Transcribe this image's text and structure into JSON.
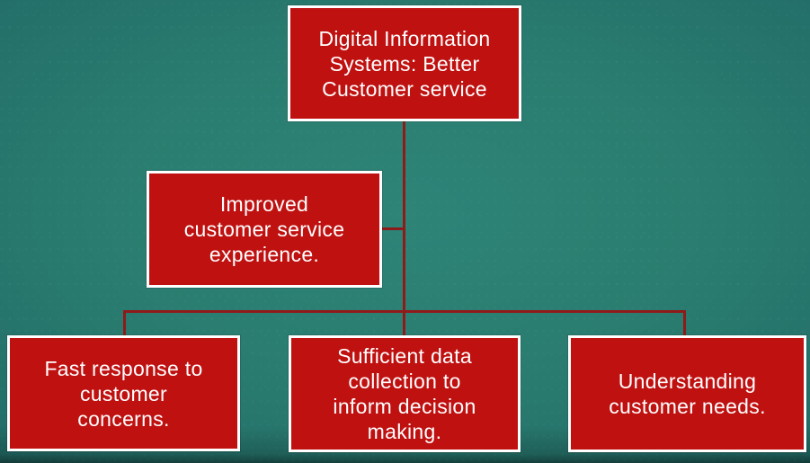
{
  "slide": {
    "kind": "presentation-slide",
    "background_texture": "teal radial gradient with subtle speckle, darker vignette at edges and bottom"
  },
  "diagram": {
    "type": "org-chart-hierarchy",
    "nodes": [
      {
        "id": "root",
        "role": "root",
        "label": "Digital Information\nSystems: Better\nCustomer service"
      },
      {
        "id": "assistant",
        "role": "assistant",
        "label": "Improved\ncustomer service\nexperience."
      },
      {
        "id": "child-1",
        "role": "child",
        "label": "Fast response to\ncustomer\nconcerns."
      },
      {
        "id": "child-2",
        "role": "child",
        "label": "Sufficient data\ncollection to\ninform decision\nmaking."
      },
      {
        "id": "child-3",
        "role": "child",
        "label": "Understanding\ncustomer needs."
      }
    ],
    "edges": [
      {
        "from": "root",
        "to": "assistant",
        "style": "elbow"
      },
      {
        "from": "root",
        "to": "child-1",
        "style": "elbow"
      },
      {
        "from": "root",
        "to": "child-2",
        "style": "straight"
      },
      {
        "from": "root",
        "to": "child-3",
        "style": "elbow"
      }
    ],
    "colors": {
      "node_fill": "#c01111",
      "node_border": "#ffffff",
      "node_text": "#ffffff",
      "connector": "#8f1a1a",
      "background_center": "#2d8477",
      "background_edge": "#1b5656"
    }
  }
}
